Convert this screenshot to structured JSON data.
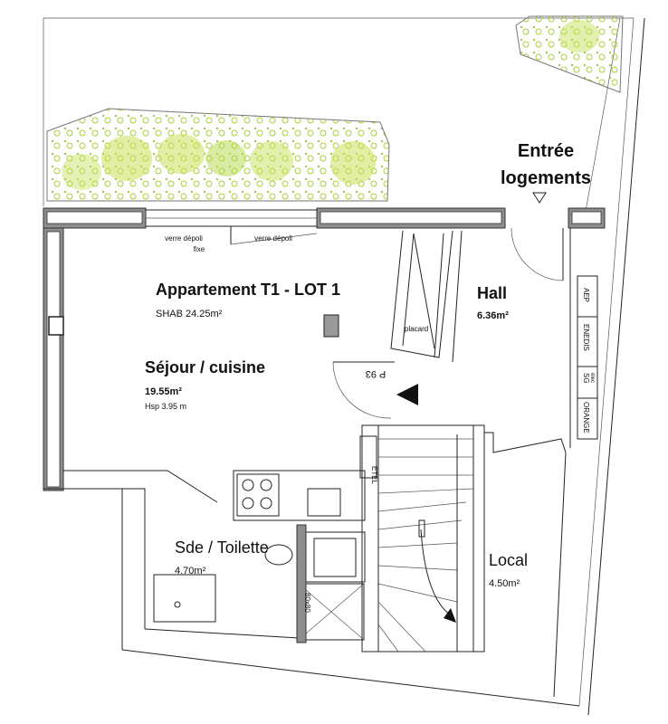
{
  "labels": {
    "entrance_line1": "Entrée",
    "entrance_line2": "logements",
    "apartment_title": "Appartement T1 - LOT 1",
    "apartment_shab": "SHAB 24.25m²",
    "living_title": "Séjour / cuisine",
    "living_area": "19.55m²",
    "living_hsp": "Hsp 3.95 m",
    "hall_title": "Hall",
    "hall_area": "6.36m²",
    "bathroom_title": "Sde / Toilette",
    "bathroom_area": "4.70m²",
    "local_title": "Local",
    "local_area": "4.50m²",
    "placard": "placard",
    "glass_left_line1": "verre dépoli",
    "glass_left_line2": "fixe",
    "glass_right": "verre dépoli",
    "door_mark": "P 93",
    "meter_aep": "AEP",
    "meter_enedis": "ENEDIS",
    "meter_sg": "SG",
    "meter_sg_sub": "élec",
    "meter_orange": "ORANGE",
    "cupboard_label": "ETEL",
    "shower_label": "80x80"
  },
  "colors": {
    "wall": "#8d8d8d",
    "vegetation": "#b9d94a",
    "vegetation_dark": "#8fb82a",
    "line": "#222222"
  }
}
